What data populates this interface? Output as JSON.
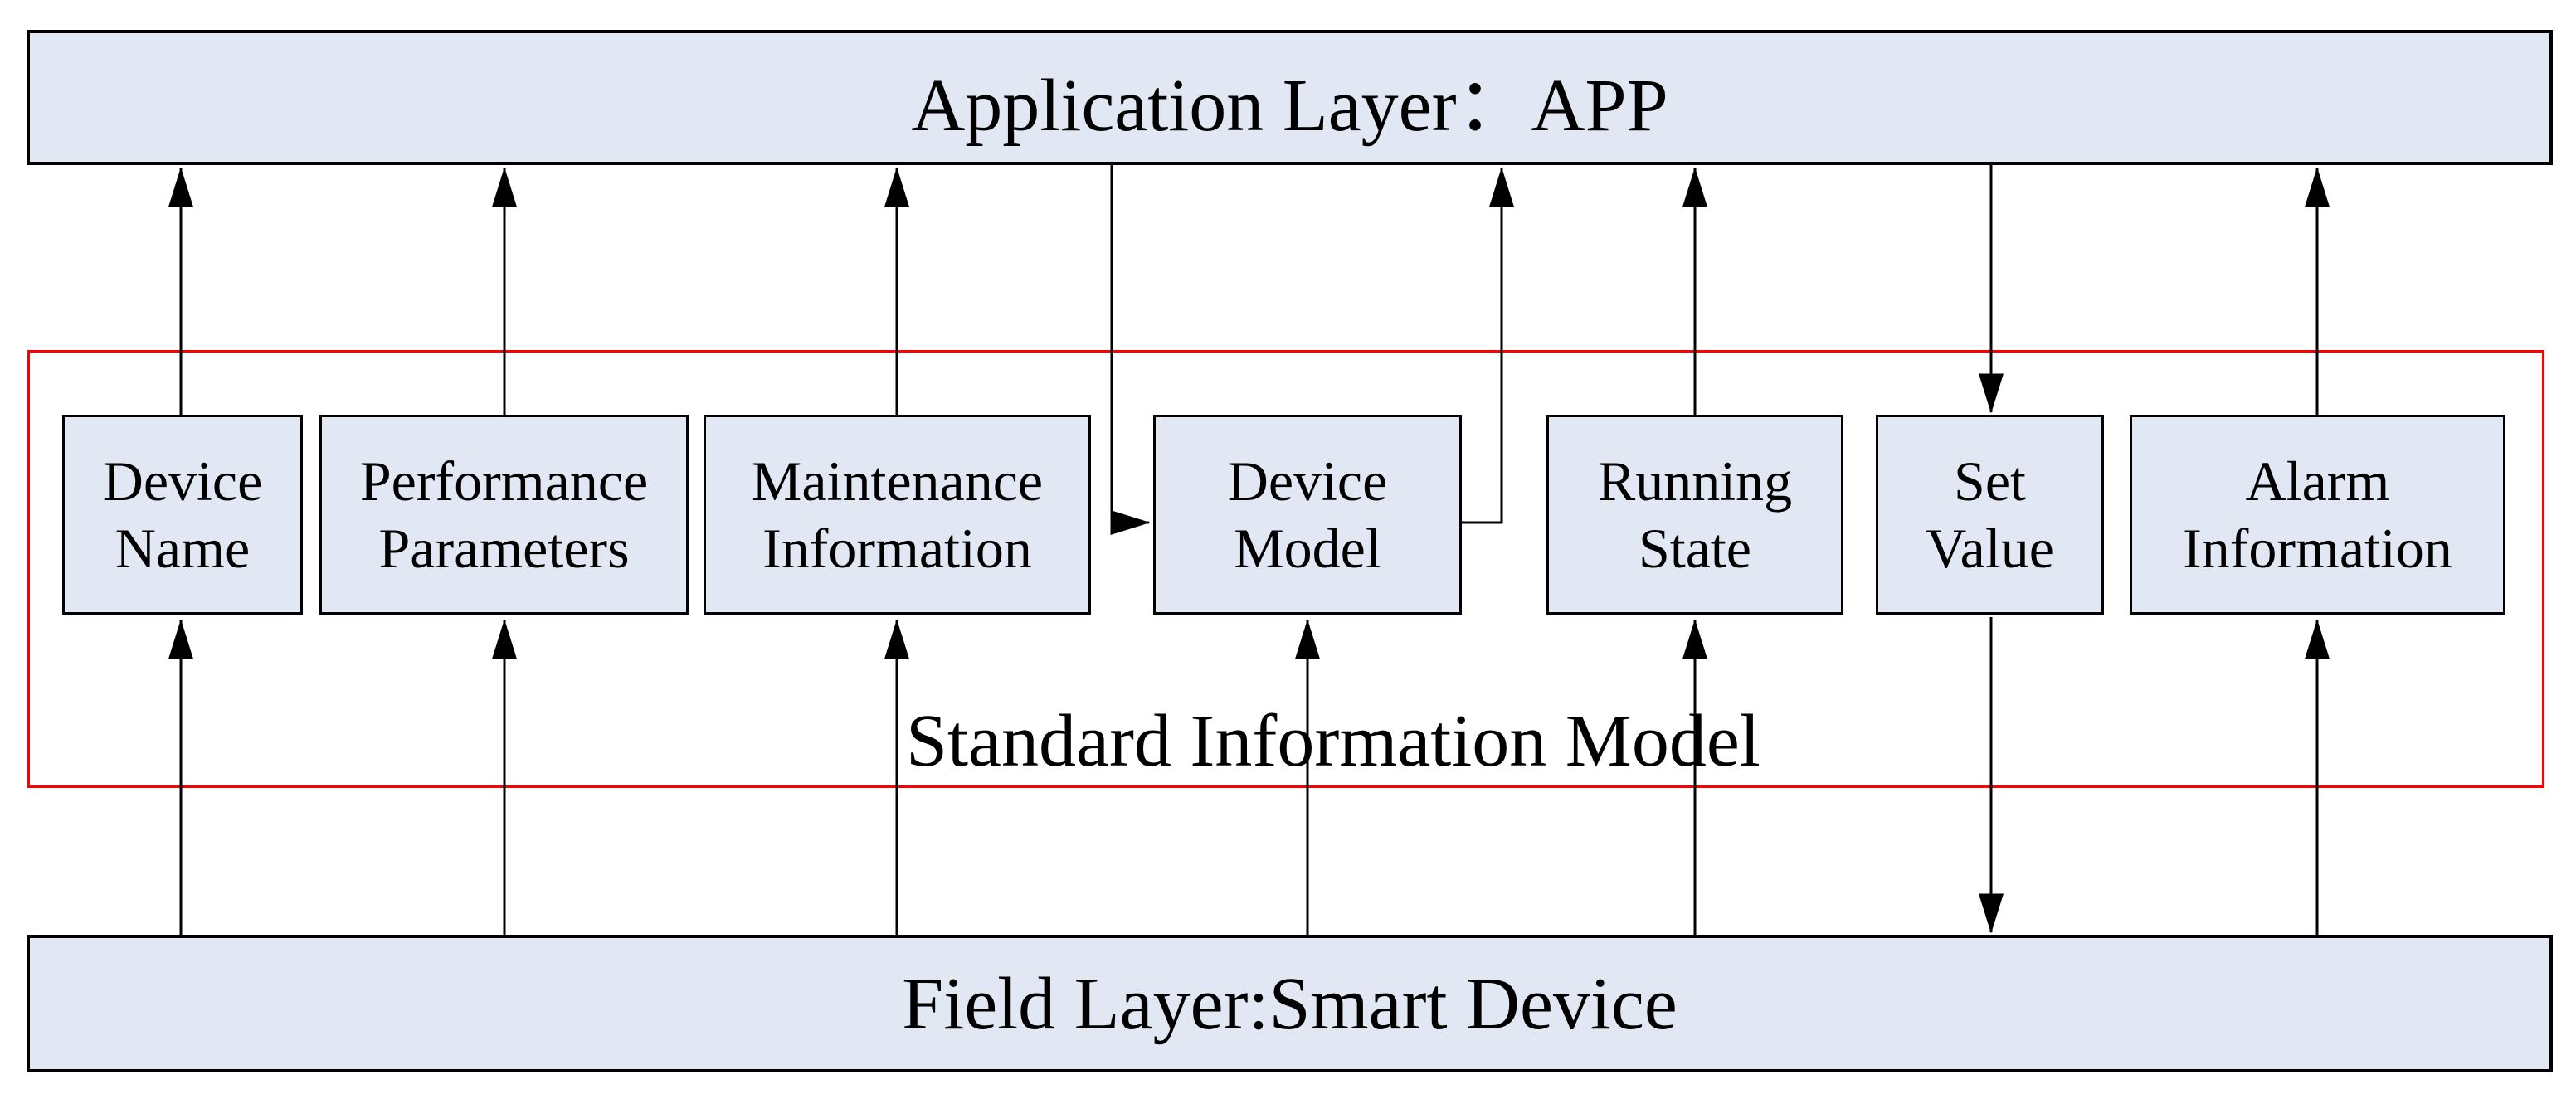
{
  "diagram": {
    "title_bar": {
      "label": "Application Layer：APP"
    },
    "bottom_bar": {
      "label": "Field Layer:Smart Device"
    },
    "model_frame": {
      "label": "Standard Information Model"
    },
    "nodes": [
      {
        "id": "device-name",
        "label": "Device\nName"
      },
      {
        "id": "performance-parameters",
        "label": "Performance\nParameters"
      },
      {
        "id": "maintenance-information",
        "label": "Maintenance\nInformation"
      },
      {
        "id": "device-model",
        "label": "Device\nModel"
      },
      {
        "id": "running-state",
        "label": "Running\nState"
      },
      {
        "id": "set-value",
        "label": "Set\nValue"
      },
      {
        "id": "alarm-information",
        "label": "Alarm\nInformation"
      }
    ],
    "edges": [
      {
        "from": "field-layer",
        "to": "device-name",
        "style": "straight-up"
      },
      {
        "from": "device-name",
        "to": "application-layer",
        "style": "straight-up"
      },
      {
        "from": "field-layer",
        "to": "performance-parameters",
        "style": "straight-up"
      },
      {
        "from": "performance-parameters",
        "to": "application-layer",
        "style": "straight-up"
      },
      {
        "from": "field-layer",
        "to": "maintenance-information",
        "style": "straight-up"
      },
      {
        "from": "maintenance-information",
        "to": "application-layer",
        "style": "straight-up"
      },
      {
        "from": "application-layer",
        "to": "device-model",
        "style": "down-then-right"
      },
      {
        "from": "field-layer",
        "to": "device-model",
        "style": "straight-up"
      },
      {
        "from": "device-model",
        "to": "application-layer",
        "style": "right-then-up"
      },
      {
        "from": "field-layer",
        "to": "running-state",
        "style": "straight-up"
      },
      {
        "from": "running-state",
        "to": "application-layer",
        "style": "straight-up"
      },
      {
        "from": "application-layer",
        "to": "set-value",
        "style": "straight-down"
      },
      {
        "from": "set-value",
        "to": "field-layer",
        "style": "straight-down"
      },
      {
        "from": "field-layer",
        "to": "alarm-information",
        "style": "straight-up"
      },
      {
        "from": "alarm-information",
        "to": "application-layer",
        "style": "straight-up"
      }
    ],
    "colors": {
      "layer_fill": "#e1e8f3",
      "node_fill": "#e1e8f3",
      "border": "#000000",
      "model_frame_border": "#ff0000",
      "arrow": "#000000"
    }
  }
}
